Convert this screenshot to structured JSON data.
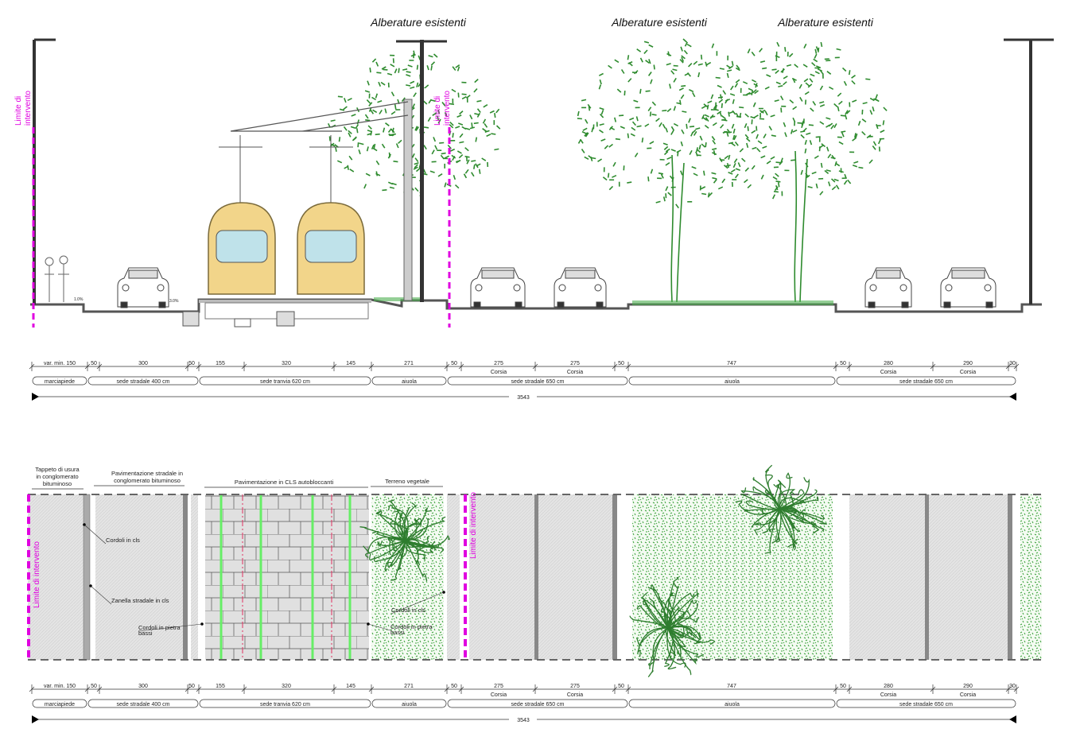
{
  "section": {
    "tree_titles": [
      "Alberature esistenti",
      "Alberature esistenti",
      "Alberature esistenti"
    ],
    "limit_label_left": [
      "Limite di",
      "intervento"
    ],
    "limit_label_mid": [
      "Limite di",
      "intervento"
    ],
    "slopes": [
      "1.0%",
      "3.0%"
    ]
  },
  "dimensions": {
    "widths": [
      "var. min. 150",
      "50",
      "300",
      "50",
      "155",
      "320",
      "145",
      "271",
      "50",
      "275",
      "275",
      "50",
      "747",
      "50",
      "280",
      "290",
      "30"
    ],
    "lane_labels": [
      "Corsia",
      "Corsia",
      "Corsia",
      "Corsia"
    ],
    "zones": [
      "marciapiede",
      "sede stradale 400 cm",
      "sede tranvia 620 cm",
      "aiuola",
      "sede stradale 650 cm",
      "aiuola",
      "sede stradale 650 cm"
    ],
    "total": "3543"
  },
  "plan": {
    "headers": [
      "Tappeto di usura in conglomerato bituminoso",
      "Pavimentazione stradale in conglomerato bituminoso",
      "Pavimentazione in CLS autobloccanti",
      "Terreno vegetale"
    ],
    "callouts": [
      "Cordoli in cls",
      "Zanella stradale in cls",
      "Cordoli in pietra bassi",
      "Cordoli in cls",
      "Cordoli in pietra bassi"
    ],
    "limit_label": "Limite di intervento"
  },
  "colors": {
    "limit": "#e000e0",
    "vegetation": "#2e8b2e",
    "tram": "#f2d58a",
    "paving": "#e2e2e2",
    "rail_green": "#66ee66"
  }
}
